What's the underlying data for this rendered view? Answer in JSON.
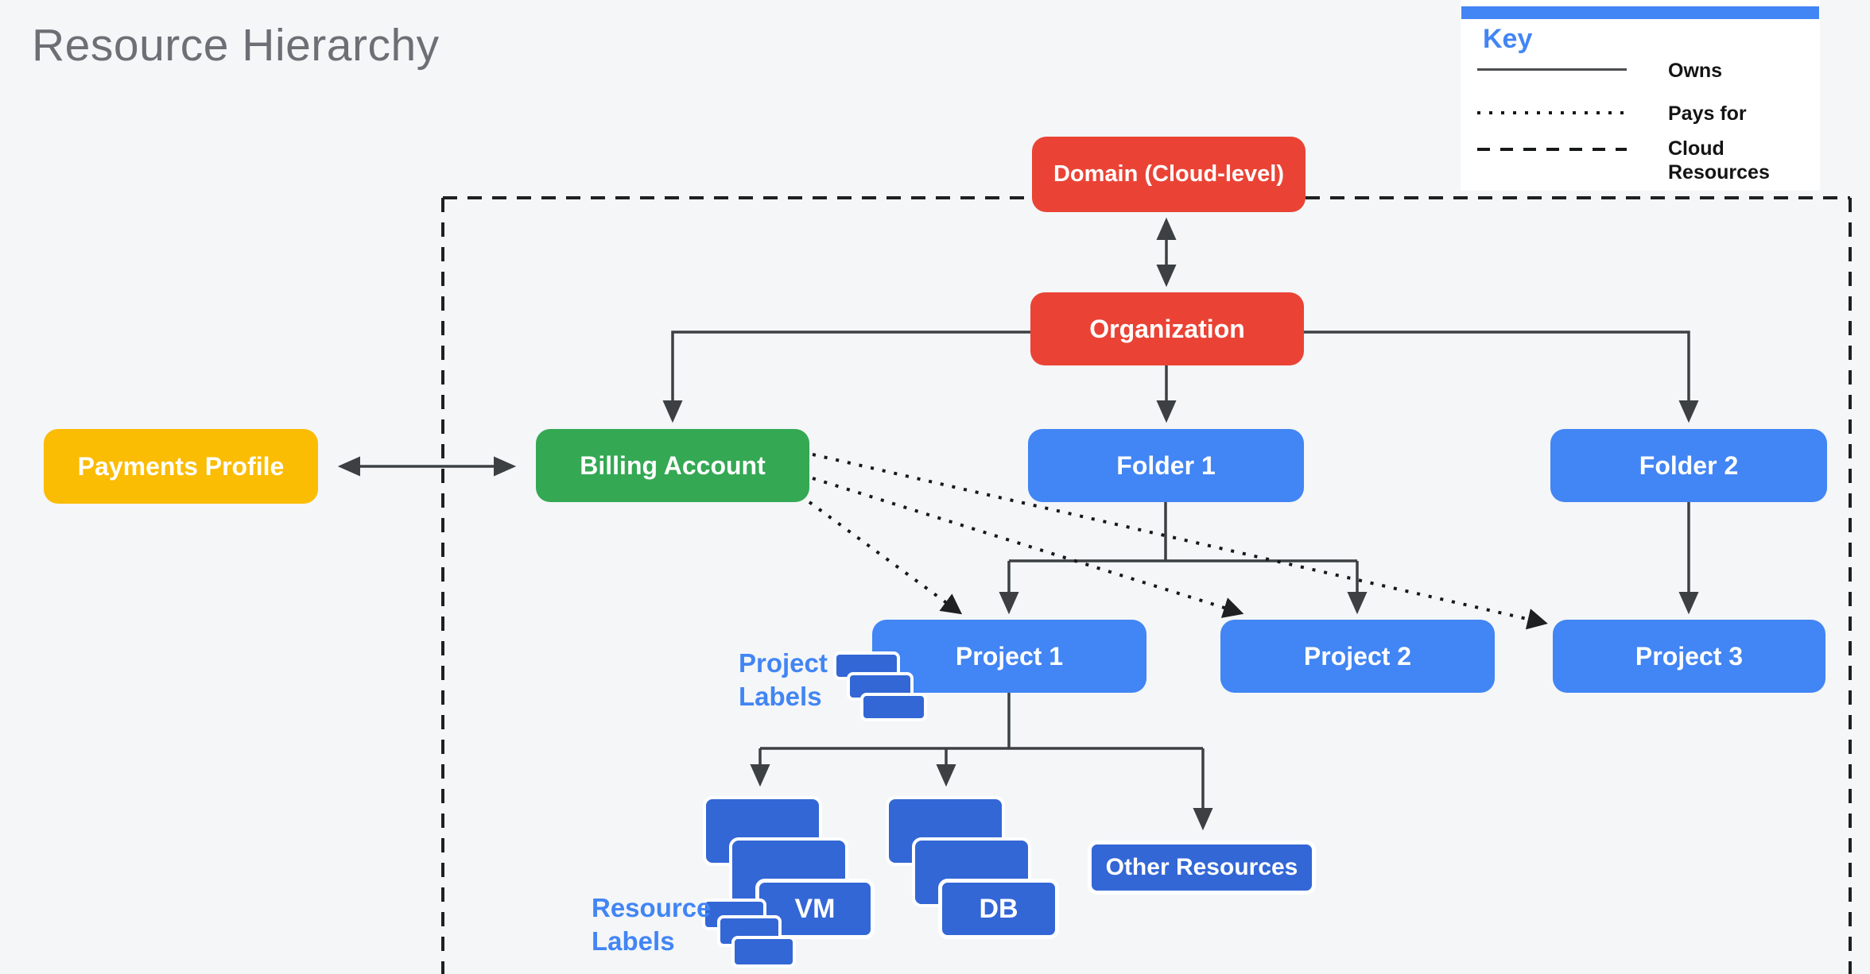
{
  "page": {
    "title": "Resource Hierarchy"
  },
  "colors": {
    "background": "#F4F6F8",
    "red": "#EA4335",
    "blue": "#4285F4",
    "dark_blue": "#3367D6",
    "green": "#34A853",
    "yellow": "#FBBC04",
    "connector_gray": "#3C4043",
    "boundary_black": "#1E2022",
    "legend_accent": "#4285F4"
  },
  "legend": {
    "title": "Key",
    "items": [
      {
        "line_style": "solid",
        "label": "Owns"
      },
      {
        "line_style": "dotted",
        "label": "Pays for"
      },
      {
        "line_style": "dashed",
        "label": "Cloud Resources"
      }
    ]
  },
  "nodes": {
    "domain": {
      "label": "Domain (Cloud-level)",
      "color": "#EA4335"
    },
    "organization": {
      "label": "Organization",
      "color": "#EA4335"
    },
    "payments_profile": {
      "label": "Payments Profile",
      "color": "#FBBC04"
    },
    "billing_account": {
      "label": "Billing Account",
      "color": "#34A853"
    },
    "folder_1": {
      "label": "Folder 1",
      "color": "#4285F4"
    },
    "folder_2": {
      "label": "Folder 2",
      "color": "#4285F4"
    },
    "project_1": {
      "label": "Project 1",
      "color": "#4285F4"
    },
    "project_2": {
      "label": "Project 2",
      "color": "#4285F4"
    },
    "project_3": {
      "label": "Project 3",
      "color": "#4285F4"
    },
    "vm": {
      "label": "VM",
      "color": "#3367D6"
    },
    "db": {
      "label": "DB",
      "color": "#3367D6"
    },
    "other_resources": {
      "label": "Other Resources",
      "color": "#3367D6"
    }
  },
  "annotations": {
    "project_labels": {
      "line1": "Project",
      "line2": "Labels"
    },
    "resource_labels": {
      "line1": "Resource",
      "line2": "Labels"
    }
  },
  "edges": [
    {
      "from": "domain",
      "to": "organization",
      "relation": "owns",
      "bidirectional": true
    },
    {
      "from": "organization",
      "to": "billing_account",
      "relation": "owns"
    },
    {
      "from": "organization",
      "to": "folder_1",
      "relation": "owns"
    },
    {
      "from": "organization",
      "to": "folder_2",
      "relation": "owns"
    },
    {
      "from": "payments_profile",
      "to": "billing_account",
      "relation": "owns",
      "bidirectional": true
    },
    {
      "from": "folder_1",
      "to": "project_1",
      "relation": "owns"
    },
    {
      "from": "folder_1",
      "to": "project_2",
      "relation": "owns"
    },
    {
      "from": "folder_2",
      "to": "project_3",
      "relation": "owns"
    },
    {
      "from": "project_1",
      "to": "vm",
      "relation": "owns"
    },
    {
      "from": "project_1",
      "to": "db",
      "relation": "owns"
    },
    {
      "from": "project_1",
      "to": "other_resources",
      "relation": "owns"
    },
    {
      "from": "billing_account",
      "to": "project_1",
      "relation": "pays_for"
    },
    {
      "from": "billing_account",
      "to": "project_2",
      "relation": "pays_for"
    },
    {
      "from": "billing_account",
      "to": "project_3",
      "relation": "pays_for"
    },
    {
      "boundary": "cloud_resources",
      "style": "dashed"
    }
  ]
}
